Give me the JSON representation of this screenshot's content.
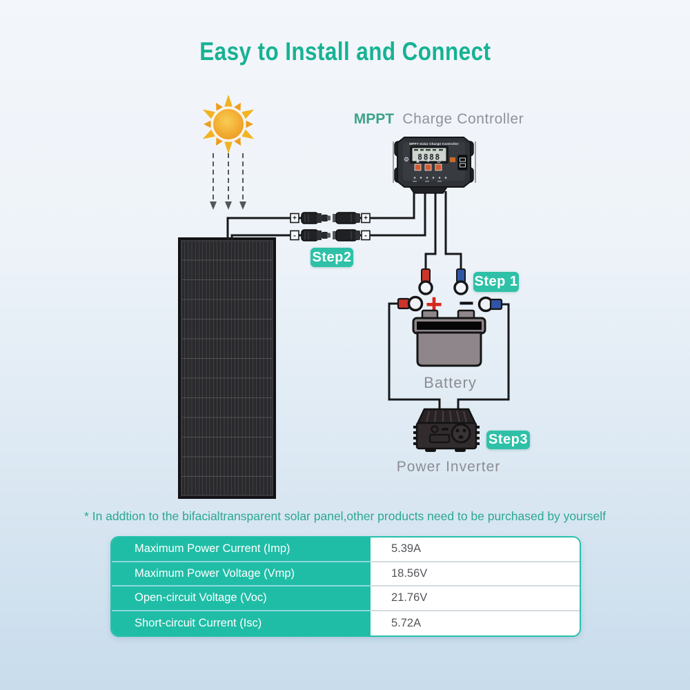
{
  "title": "Easy to Install and Connect",
  "controller": {
    "heading_mppt": "MPPT",
    "heading_rest": "Charge Controller",
    "device_label": "MPPT Solar Charge Controller",
    "lcd_value": "8888"
  },
  "labels": {
    "battery": "Battery",
    "power_inverter": "Power Inverter",
    "plus": "+",
    "minus": "−",
    "mc4_plus": "+",
    "mc4_minus": "-"
  },
  "steps": [
    {
      "label": "Step2"
    },
    {
      "label": "Step 1"
    },
    {
      "label": "Step3"
    }
  ],
  "footnote": "* In addtion to the bifacialtransparent solar panel,other products need to be purchased by yourself",
  "spec_table": {
    "rows": [
      {
        "label": "Maximum Power Current (Imp)",
        "value": "5.39A"
      },
      {
        "label": "Maximum Power Voltage (Vmp)",
        "value": "18.56V"
      },
      {
        "label": "Open-circuit Voltage (Voc)",
        "value": "21.76V"
      },
      {
        "label": "Short-circuit Current (Isc)",
        "value": "5.72A"
      }
    ]
  },
  "colors": {
    "title_teal": "#16b294",
    "badge_teal": "#2ec1a7",
    "table_teal": "#1fbda6",
    "footnote_teal": "#2ba794"
  }
}
